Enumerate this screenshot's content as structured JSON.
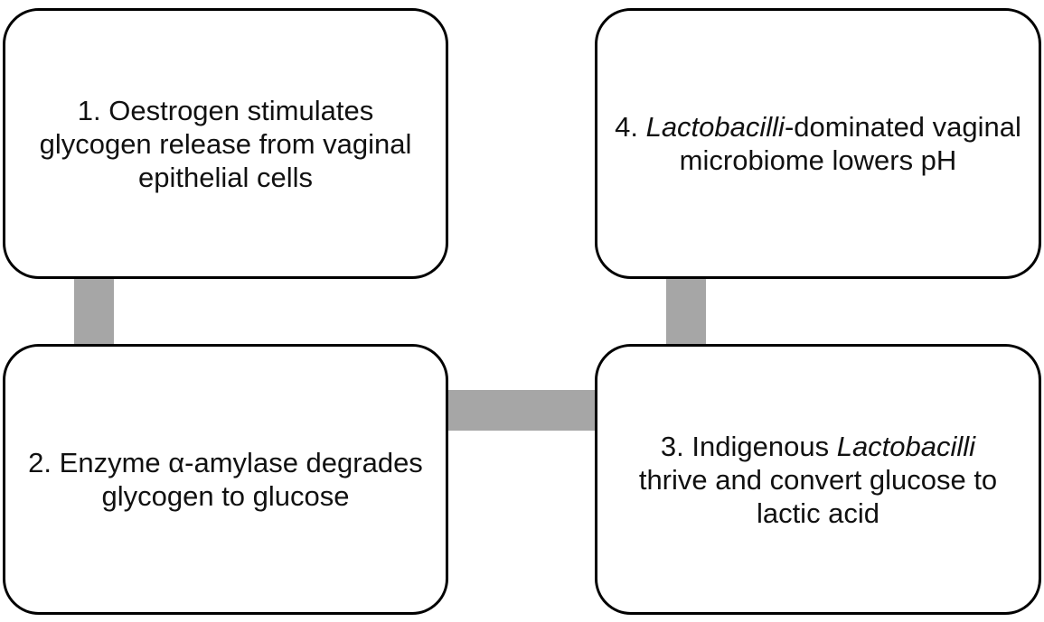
{
  "steps": [
    {
      "number": "1.",
      "text": "Oestrogen stimulates glycogen release from vaginal epithelial cells"
    },
    {
      "number": "2.",
      "text": "Enzyme α-amylase degrades glycogen to glucose"
    },
    {
      "number": "3.",
      "text_before": "Indigenous",
      "italic": "Lactobacilli",
      "text_after": "thrive and convert glucose to lactic acid"
    },
    {
      "number": "4.",
      "italic": "Lactobacilli",
      "text_after": "-dominated vaginal microbiome lowers pH"
    }
  ],
  "colors": {
    "box_border": "#000000",
    "connector": "#a6a6a6",
    "background": "#ffffff"
  }
}
